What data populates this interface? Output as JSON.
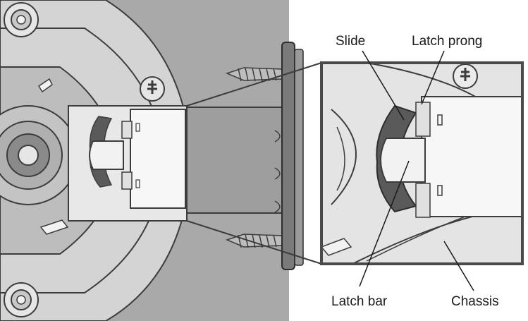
{
  "labels": {
    "slide": "Slide",
    "latch_prong": "Latch prong",
    "latch_bar": "Latch bar",
    "chassis": "Chassis"
  },
  "colors": {
    "housing_gray": "#a9a9a9",
    "light_part": "#f2f2f2",
    "mid_gray": "#c8c8c8",
    "dark_part": "#5a5a5a",
    "outline": "#3c3c3c",
    "background": "#ffffff"
  }
}
